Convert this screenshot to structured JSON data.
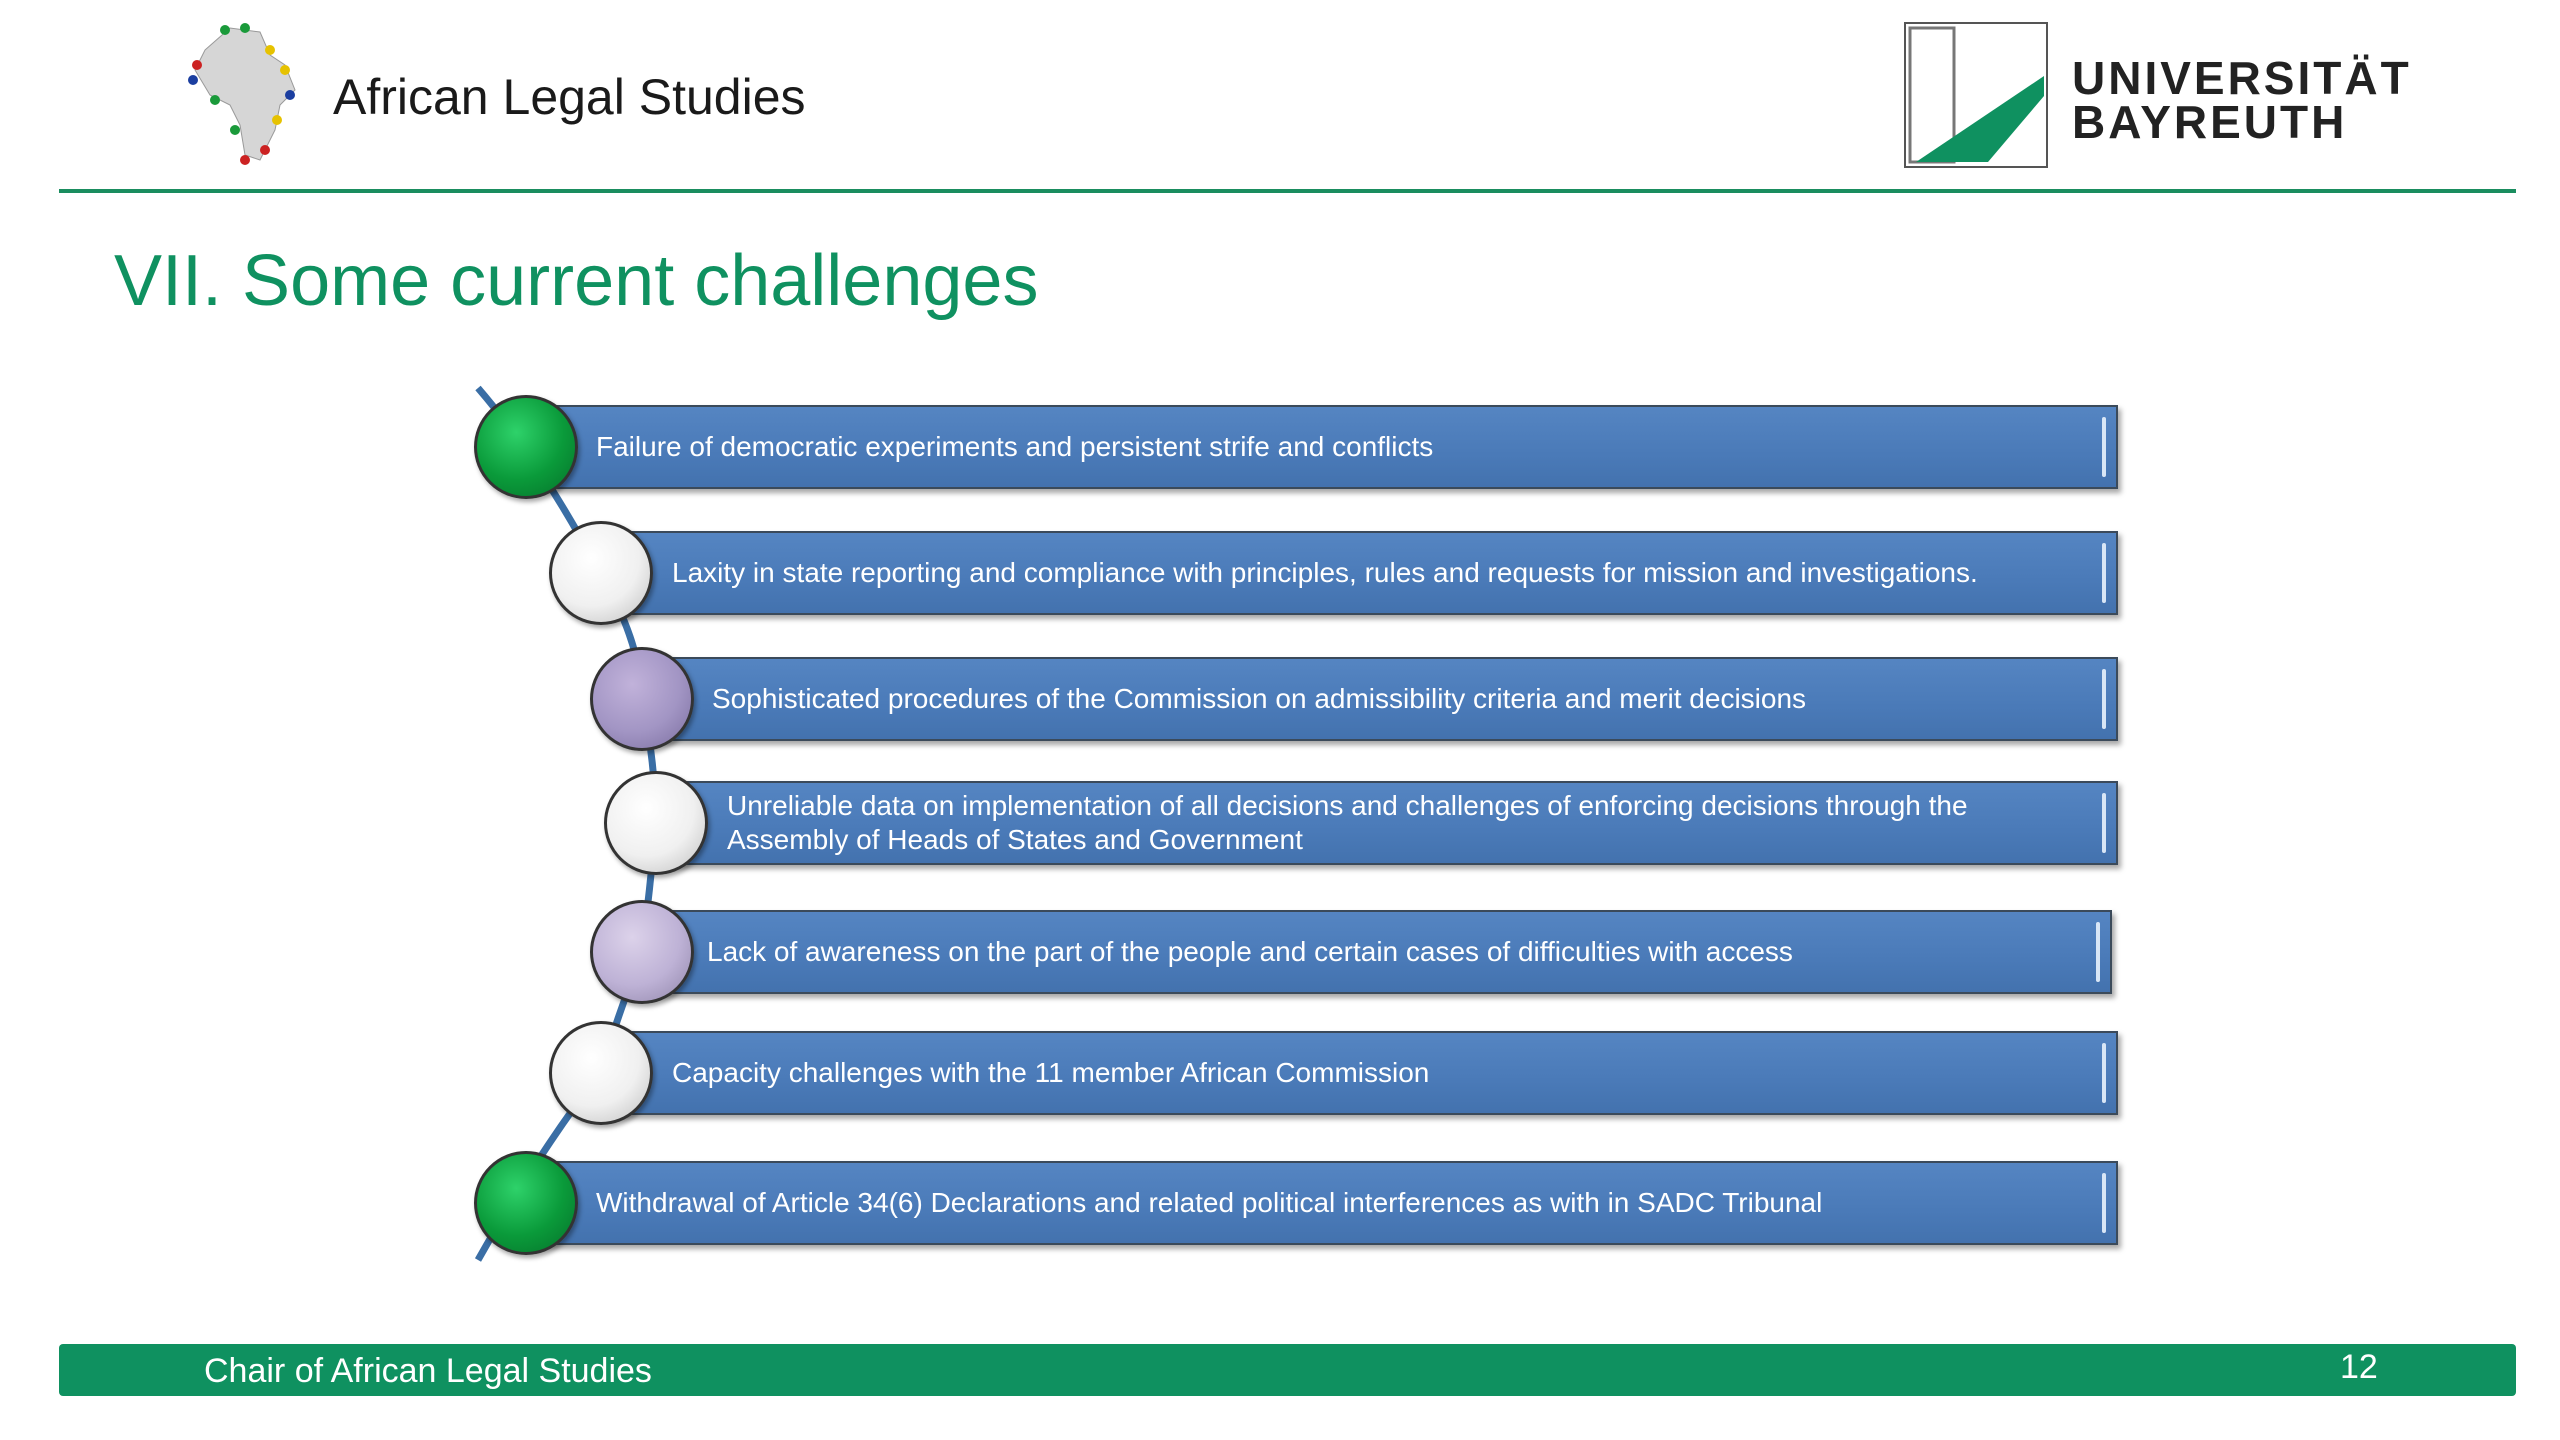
{
  "header": {
    "brand": "African Legal Studies",
    "university_logo_text": [
      "UNIVERSITÄT",
      "BAYREUTH"
    ]
  },
  "title": "VII. Some current challenges",
  "challenges": [
    {
      "text": "Failure of democratic experiments and persistent strife and conflicts",
      "marker_color": "green"
    },
    {
      "text": "Laxity in state reporting and compliance with principles, rules and requests for mission and investigations.",
      "marker_color": "white"
    },
    {
      "text": "Sophisticated procedures of the Commission on admissibility criteria and merit decisions",
      "marker_color": "purple"
    },
    {
      "text": "Unreliable data on implementation of all decisions and challenges of enforcing decisions through the Assembly of Heads of States and Government",
      "marker_color": "white"
    },
    {
      "text": "Lack of awareness on the part of the people and certain cases of difficulties with access",
      "marker_color": "lilac"
    },
    {
      "text": "Capacity challenges with the 11 member African Commission",
      "marker_color": "white"
    },
    {
      "text": "Withdrawal of Article 34(6) Declarations and related political interferences as with in SADC Tribunal",
      "marker_color": "green"
    }
  ],
  "footer": {
    "text": "Chair of African Legal Studies",
    "page_number": "12"
  },
  "colors": {
    "accent": "#0f9160",
    "bar": "#4a7ab8"
  }
}
